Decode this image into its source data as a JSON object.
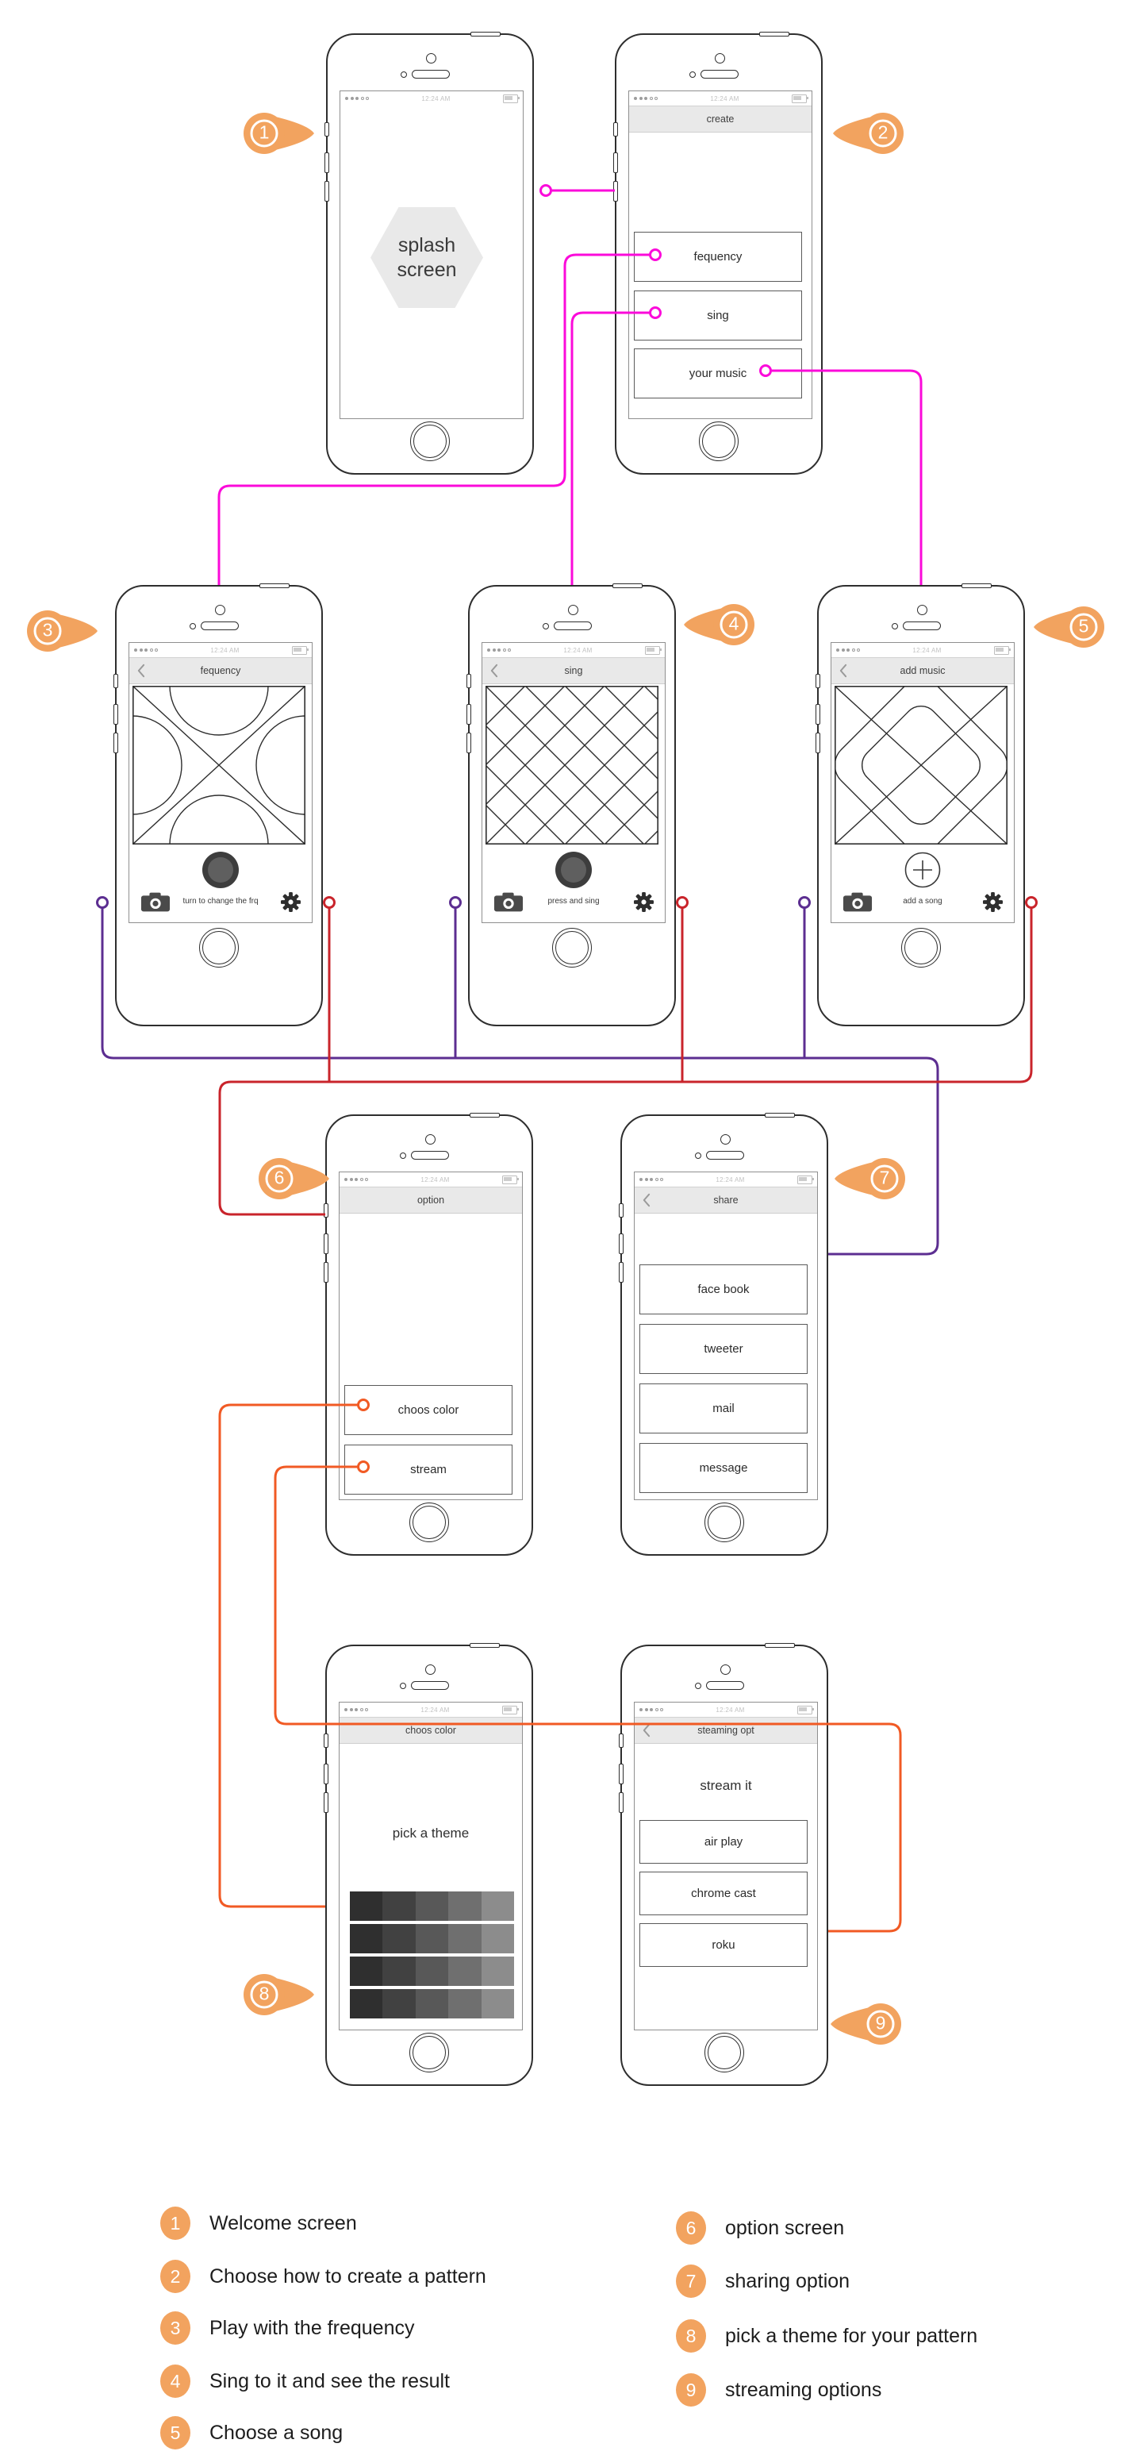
{
  "chrome": {
    "time": "12:24 AM"
  },
  "colors": {
    "marker_orange": "#F2A35F",
    "magenta": "#FB0ADA",
    "purple": "#5C2E91",
    "red": "#C9242B",
    "orange": "#F15A24",
    "navbar_gray": "#E9E9E9",
    "hexagon_gray": "#E9E9E9"
  },
  "markers": [
    "1",
    "2",
    "3",
    "4",
    "5",
    "6",
    "7",
    "8",
    "9"
  ],
  "phones": {
    "splash": {
      "hex_line1": "splash",
      "hex_line2": "screen"
    },
    "create": {
      "nav": "create",
      "buttons": [
        "fequency",
        "sing",
        "your music"
      ]
    },
    "frequency": {
      "nav": "fequency",
      "caption": "turn to change the frq"
    },
    "sing": {
      "nav": "sing",
      "caption": "press and sing"
    },
    "add_music": {
      "nav": "add music",
      "caption": "add a song"
    },
    "option": {
      "nav": "option",
      "buttons": [
        "choos color",
        "stream"
      ]
    },
    "share": {
      "nav": "share",
      "buttons": [
        "face book",
        "tweeter",
        "mail",
        "message"
      ]
    },
    "choos_color": {
      "nav": "choos color",
      "heading": "pick a theme",
      "swatch_rows": [
        [
          "#2f2f2f",
          "#414141",
          "#585858",
          "#6f6f6f",
          "#8c8c8c"
        ],
        [
          "#2f2f2f",
          "#414141",
          "#585858",
          "#6f6f6f",
          "#8c8c8c"
        ],
        [
          "#2f2f2f",
          "#414141",
          "#585858",
          "#6f6f6f",
          "#8c8c8c"
        ],
        [
          "#2f2f2f",
          "#414141",
          "#585858",
          "#6f6f6f",
          "#8c8c8c"
        ]
      ]
    },
    "streaming": {
      "nav": "steaming opt",
      "heading": "stream it",
      "buttons": [
        "air play",
        "chrome cast",
        "roku"
      ]
    }
  },
  "legend": {
    "left": [
      {
        "num": "1",
        "label": "Welcome screen"
      },
      {
        "num": "2",
        "label": "Choose how to create a pattern"
      },
      {
        "num": "3",
        "label": "Play with the frequency"
      },
      {
        "num": "4",
        "label": "Sing to it and see the result"
      },
      {
        "num": "5",
        "label": "Choose a song"
      }
    ],
    "right": [
      {
        "num": "6",
        "label": "option screen"
      },
      {
        "num": "7",
        "label": "sharing option"
      },
      {
        "num": "8",
        "label": "pick a theme for your pattern"
      },
      {
        "num": "9",
        "label": "streaming options"
      }
    ]
  }
}
